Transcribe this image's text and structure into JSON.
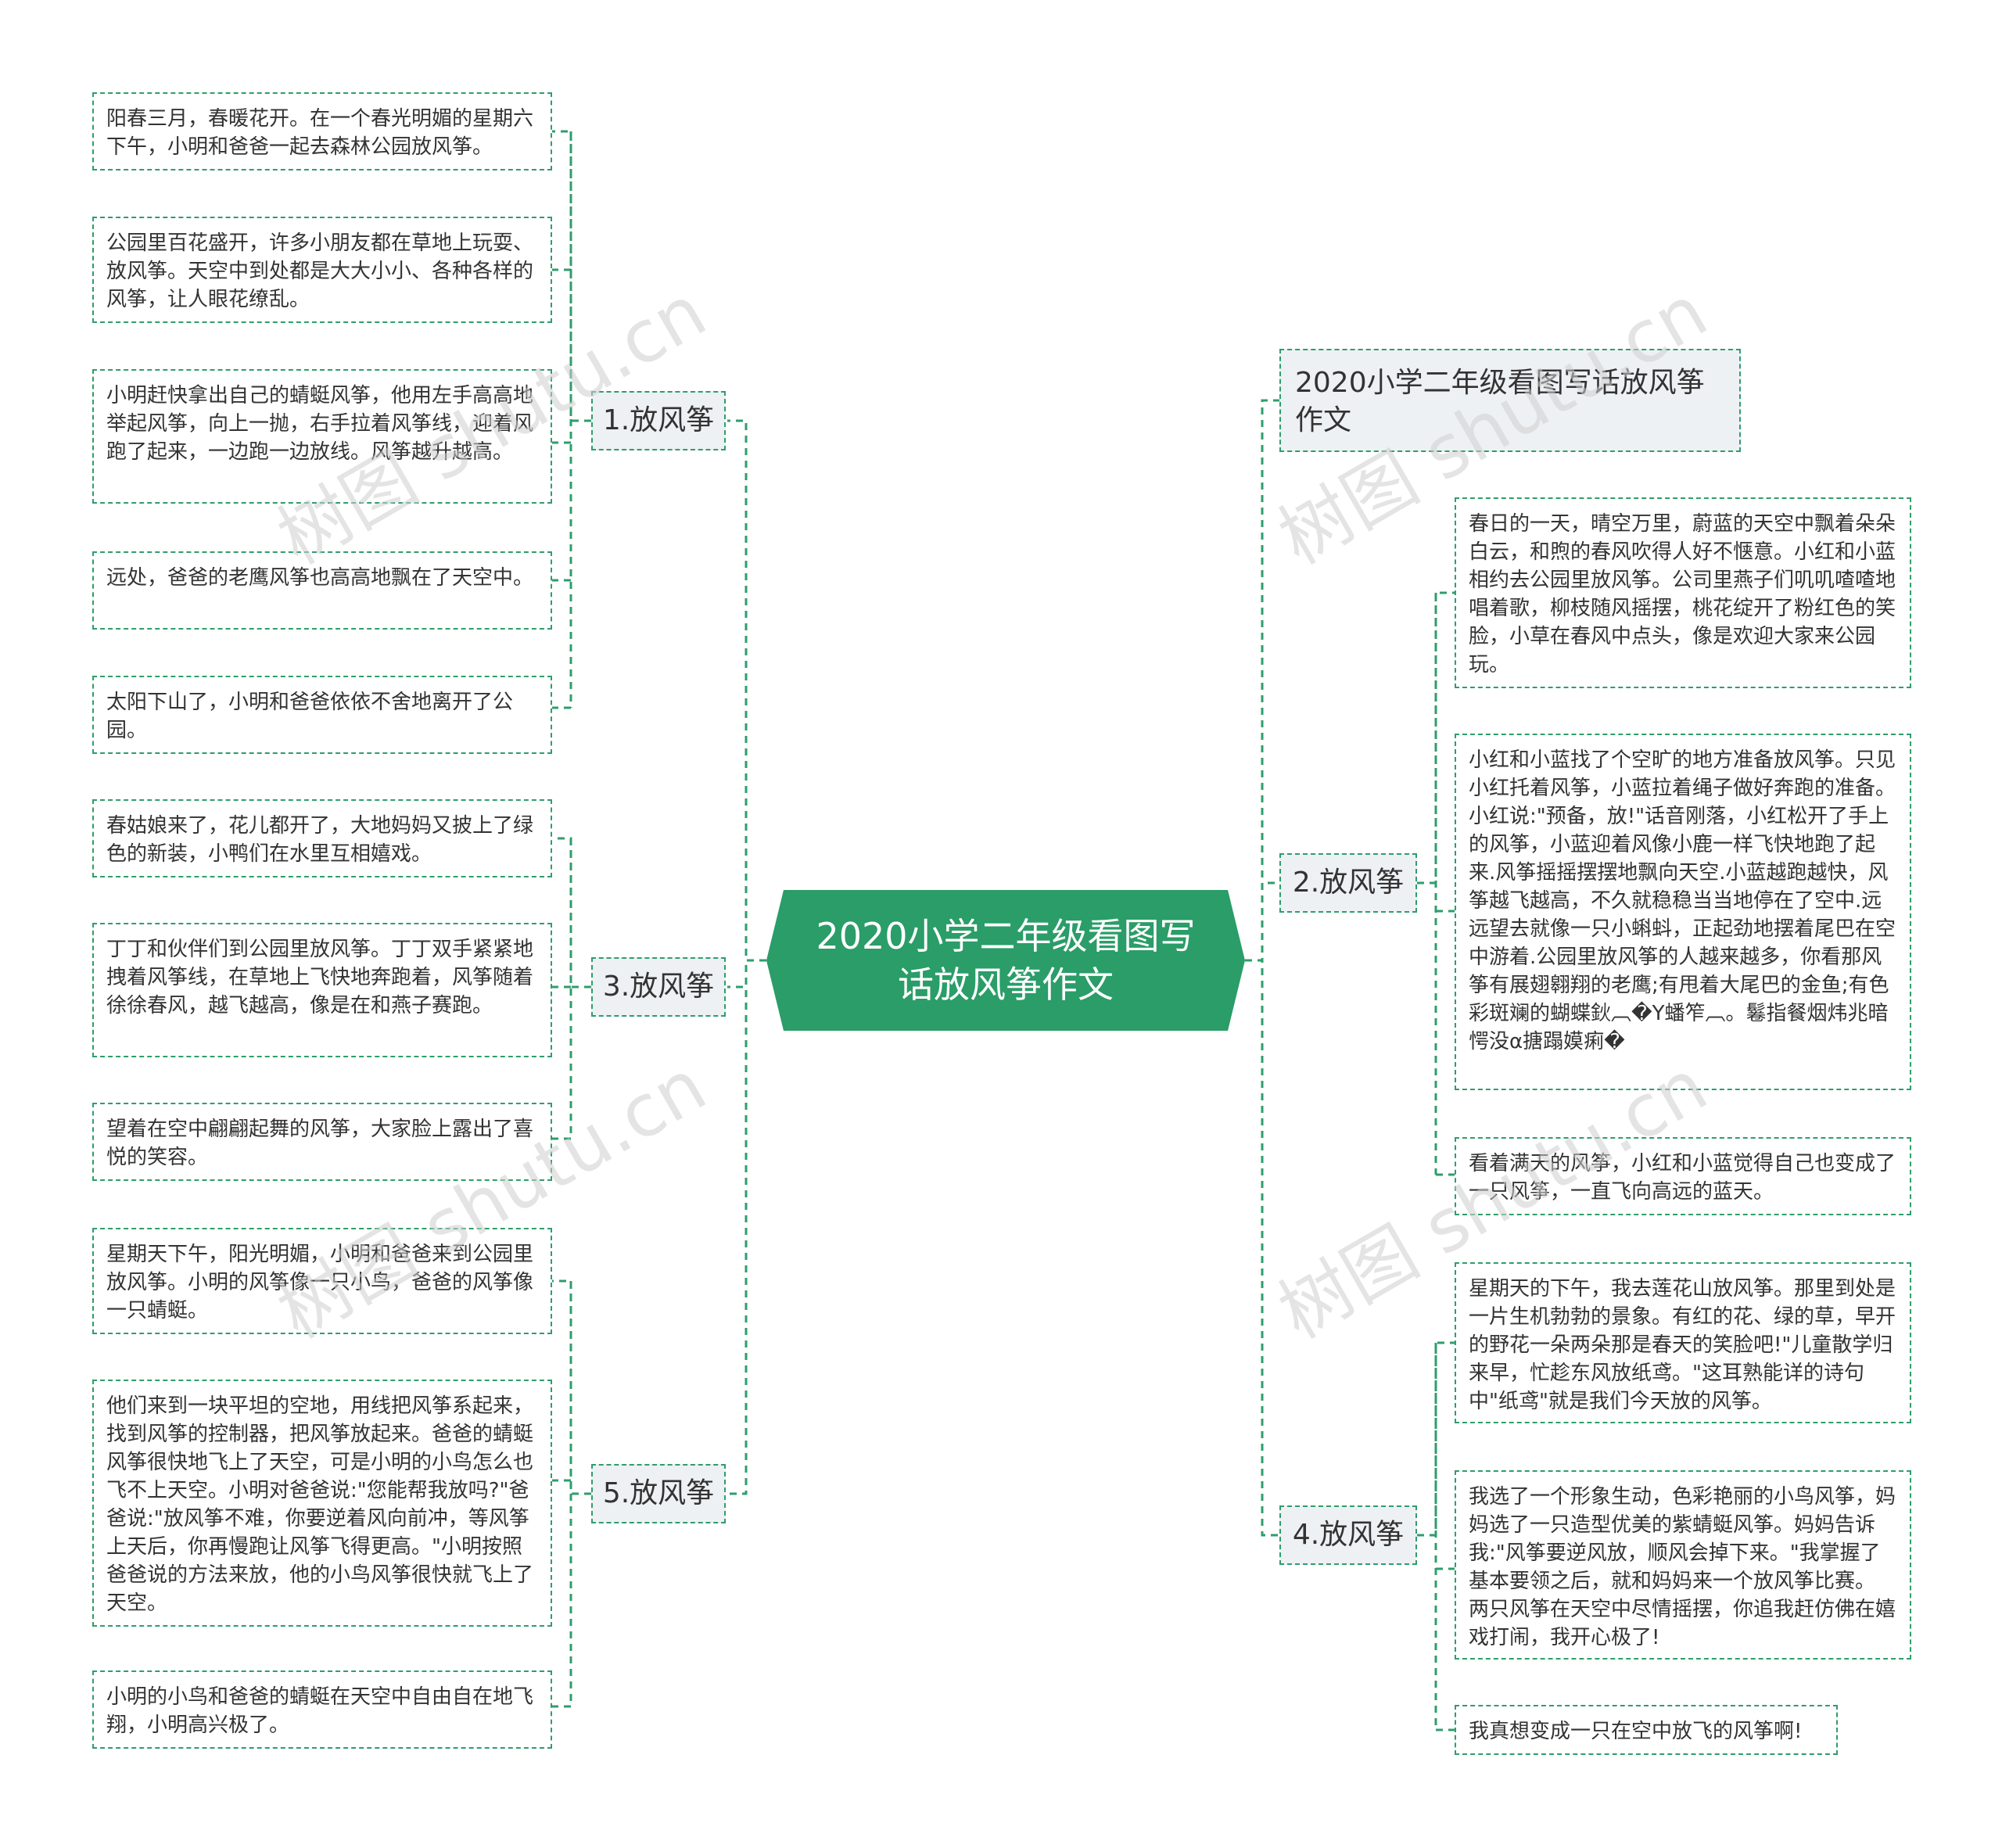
{
  "root": {
    "label": "2020小学二年级看图写话放风筝作文"
  },
  "title_node": {
    "label": "2020小学二年级看图写话放风筝作文"
  },
  "branches": {
    "b1": {
      "label": "1.放风筝",
      "leaves": [
        "阳春三月，春暖花开。在一个春光明媚的星期六下午，小明和爸爸一起去森林公园放风筝。",
        "公园里百花盛开，许多小朋友都在草地上玩耍、放风筝。天空中到处都是大大小小、各种各样的风筝，让人眼花缭乱。",
        "小明赶快拿出自己的蜻蜓风筝，他用左手高高地举起风筝，向上一抛，右手拉着风筝线，迎着风跑了起来，一边跑一边放线。风筝越升越高。",
        "远处，爸爸的老鹰风筝也高高地飘在了天空中。",
        "太阳下山了，小明和爸爸依依不舍地离开了公园。"
      ]
    },
    "b3": {
      "label": "3.放风筝",
      "leaves": [
        "春姑娘来了，花儿都开了，大地妈妈又披上了绿色的新装，小鸭们在水里互相嬉戏。",
        "丁丁和伙伴们到公园里放风筝。丁丁双手紧紧地拽着风筝线，在草地上飞快地奔跑着，风筝随着徐徐春风，越飞越高，像是在和燕子赛跑。",
        "望着在空中翩翩起舞的风筝，大家脸上露出了喜悦的笑容。"
      ]
    },
    "b5": {
      "label": "5.放风筝",
      "leaves": [
        "星期天下午，阳光明媚，小明和爸爸来到公园里放风筝。小明的风筝像一只小鸟，爸爸的风筝像一只蜻蜓。",
        "他们来到一块平坦的空地，用线把风筝系起来，找到风筝的控制器，把风筝放起来。爸爸的蜻蜓风筝很快地飞上了天空，可是小明的小鸟怎么也飞不上天空。小明对爸爸说:\"您能帮我放吗?\"爸爸说:\"放风筝不难，你要逆着风向前冲，等风筝上天后，你再慢跑让风筝飞得更高。\"小明按照爸爸说的方法来放，他的小鸟风筝很快就飞上了天空。",
        "小明的小鸟和爸爸的蜻蜓在天空中自由自在地飞翔，小明高兴极了。"
      ]
    },
    "b2": {
      "label": "2.放风筝",
      "leaves": [
        "春日的一天，晴空万里，蔚蓝的天空中飘着朵朵白云，和煦的春风吹得人好不惬意。小红和小蓝相约去公园里放风筝。公司里燕子们叽叽喳喳地唱着歌，柳枝随风摇摆，桃花绽开了粉红色的笑脸，小草在春风中点头，像是欢迎大家来公园玩。",
        "小红和小蓝找了个空旷的地方准备放风筝。只见小红托着风筝，小蓝拉着绳子做好奔跑的准备。小红说:\"预备，放!\"话音刚落，小红松开了手上的风筝，小蓝迎着风像小鹿一样飞快地跑了起来.风筝摇摇摆摆地飘向天空.小蓝越跑越快，风筝越飞越高，不久就稳稳当当地停在了空中.远远望去就像一只小蝌蚪，正起劲地摆着尾巴在空中游着.公园里放风筝的人越来越多，你看那风筝有展翅翱翔的老鹰;有甩着大尾巴的金鱼;有色彩斑斓的蝴蝶鈥︹�Y蟠笮︹。鬈指餐烟炜兆暗愕没α搪蹋嫫痢�",
        "看着满天的风筝，小红和小蓝觉得自己也变成了一只风筝，一直飞向高远的蓝天。"
      ]
    },
    "b4": {
      "label": "4.放风筝",
      "leaves": [
        "星期天的下午，我去莲花山放风筝。那里到处是一片生机勃勃的景象。有红的花、绿的草，早开的野花一朵两朵那是春天的笑脸吧!\"儿童散学归来早，忙趁东风放纸鸢。\"这耳熟能详的诗句中\"纸鸢\"就是我们今天放的风筝。",
        "我选了一个形象生动，色彩艳丽的小鸟风筝，妈妈选了一只造型优美的紫蜻蜓风筝。妈妈告诉我:\"风筝要逆风放，顺风会掉下来。\"我掌握了基本要领之后，就和妈妈来一个放风筝比赛。 两只风筝在天空中尽情摇摆，你追我赶仿佛在嬉戏打闹，我开心极了!",
        "我真想变成一只在空中放飞的风筝啊!"
      ]
    }
  },
  "watermark": {
    "text": "树图 shutu.cn"
  },
  "colors": {
    "accent": "#2a9d68",
    "connector": "#2e9e6c",
    "branch_bg": "#eef1f3"
  }
}
